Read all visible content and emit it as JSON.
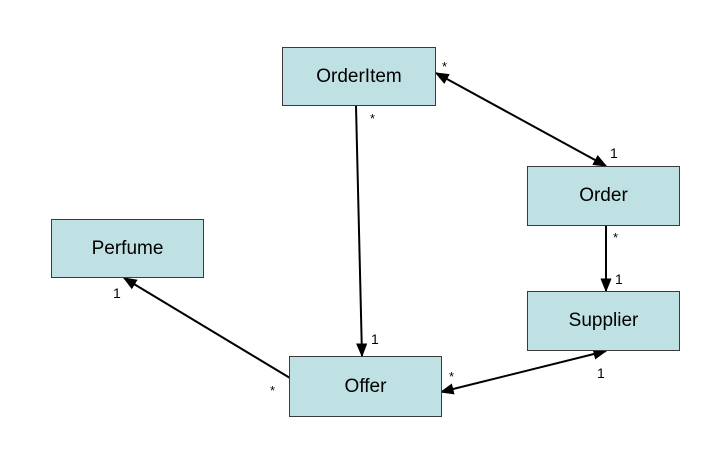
{
  "diagram": {
    "classes": {
      "orderitem": "OrderItem",
      "order": "Order",
      "perfume": "Perfume",
      "supplier": "Supplier",
      "offer": "Offer"
    },
    "associations": [
      {
        "from": "OrderItem",
        "to": "Order",
        "from_multiplicity": "*",
        "to_multiplicity": "1"
      },
      {
        "from": "OrderItem",
        "to": "Offer",
        "from_multiplicity": "*",
        "to_multiplicity": "1"
      },
      {
        "from": "Order",
        "to": "Supplier",
        "from_multiplicity": "*",
        "to_multiplicity": "1"
      },
      {
        "from": "Offer",
        "to": "Perfume",
        "from_multiplicity": "*",
        "to_multiplicity": "1"
      },
      {
        "from": "Offer",
        "to": "Supplier",
        "from_multiplicity": "*",
        "to_multiplicity": "1"
      }
    ]
  },
  "colors": {
    "box_fill": "#bfe1e3",
    "box_border": "#3a3a3a",
    "line": "#000000"
  }
}
